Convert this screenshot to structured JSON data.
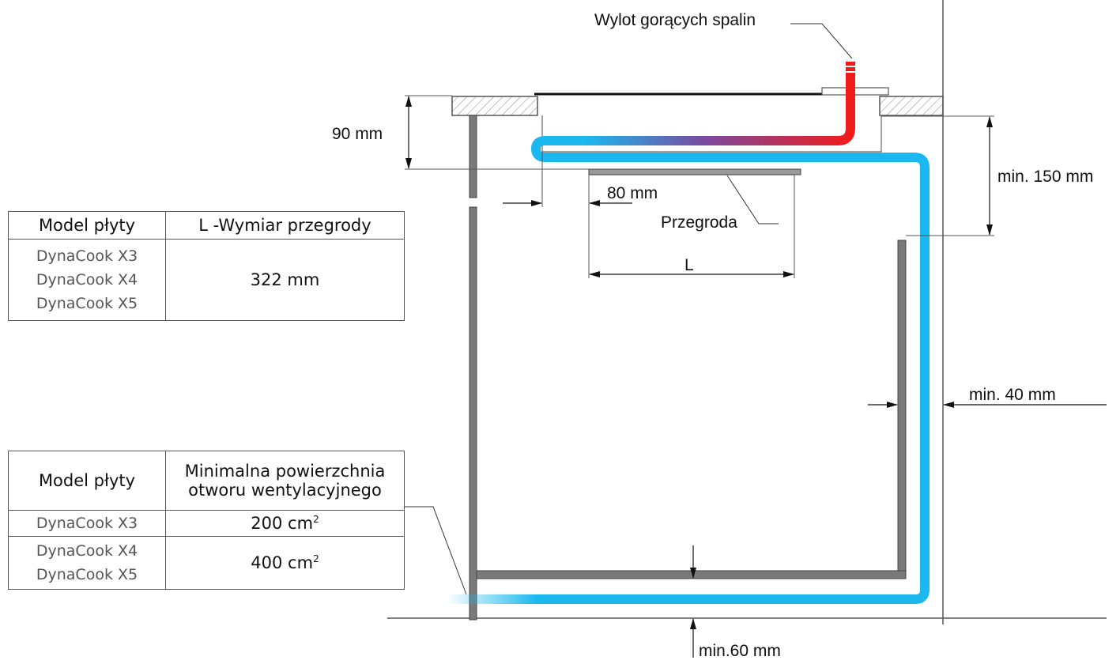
{
  "labels": {
    "exhaust": "Wylot gorących spalin",
    "dim_90": "90 mm",
    "dim_150": "min. 150 mm",
    "dim_80": "80 mm",
    "baffle": "Przegroda",
    "dim_L": "L",
    "dim_40": "min. 40 mm",
    "dim_60": "min.60 mm"
  },
  "table_baffle": {
    "header_model": "Model płyty",
    "header_dim": "L -Wymiar przegrody",
    "models": [
      "DynaCook X3",
      "DynaCook X4",
      "DynaCook X5"
    ],
    "value": "322 mm"
  },
  "table_vent": {
    "header_model": "Model płyty",
    "header_area_line1": "Minimalna powierzchnia",
    "header_area_line2": "otworu wentylacyjnego",
    "rows": [
      {
        "models": [
          "DynaCook X3"
        ],
        "value": "200 cm",
        "sup": "2"
      },
      {
        "models": [
          "DynaCook X4",
          "DynaCook X5"
        ],
        "value": "400 cm",
        "sup": "2"
      }
    ]
  },
  "colors": {
    "cold_air": "#1ab8ee",
    "hot_gas": "#f01c1c",
    "panel": "#7a7a7a",
    "line": "#333333"
  }
}
